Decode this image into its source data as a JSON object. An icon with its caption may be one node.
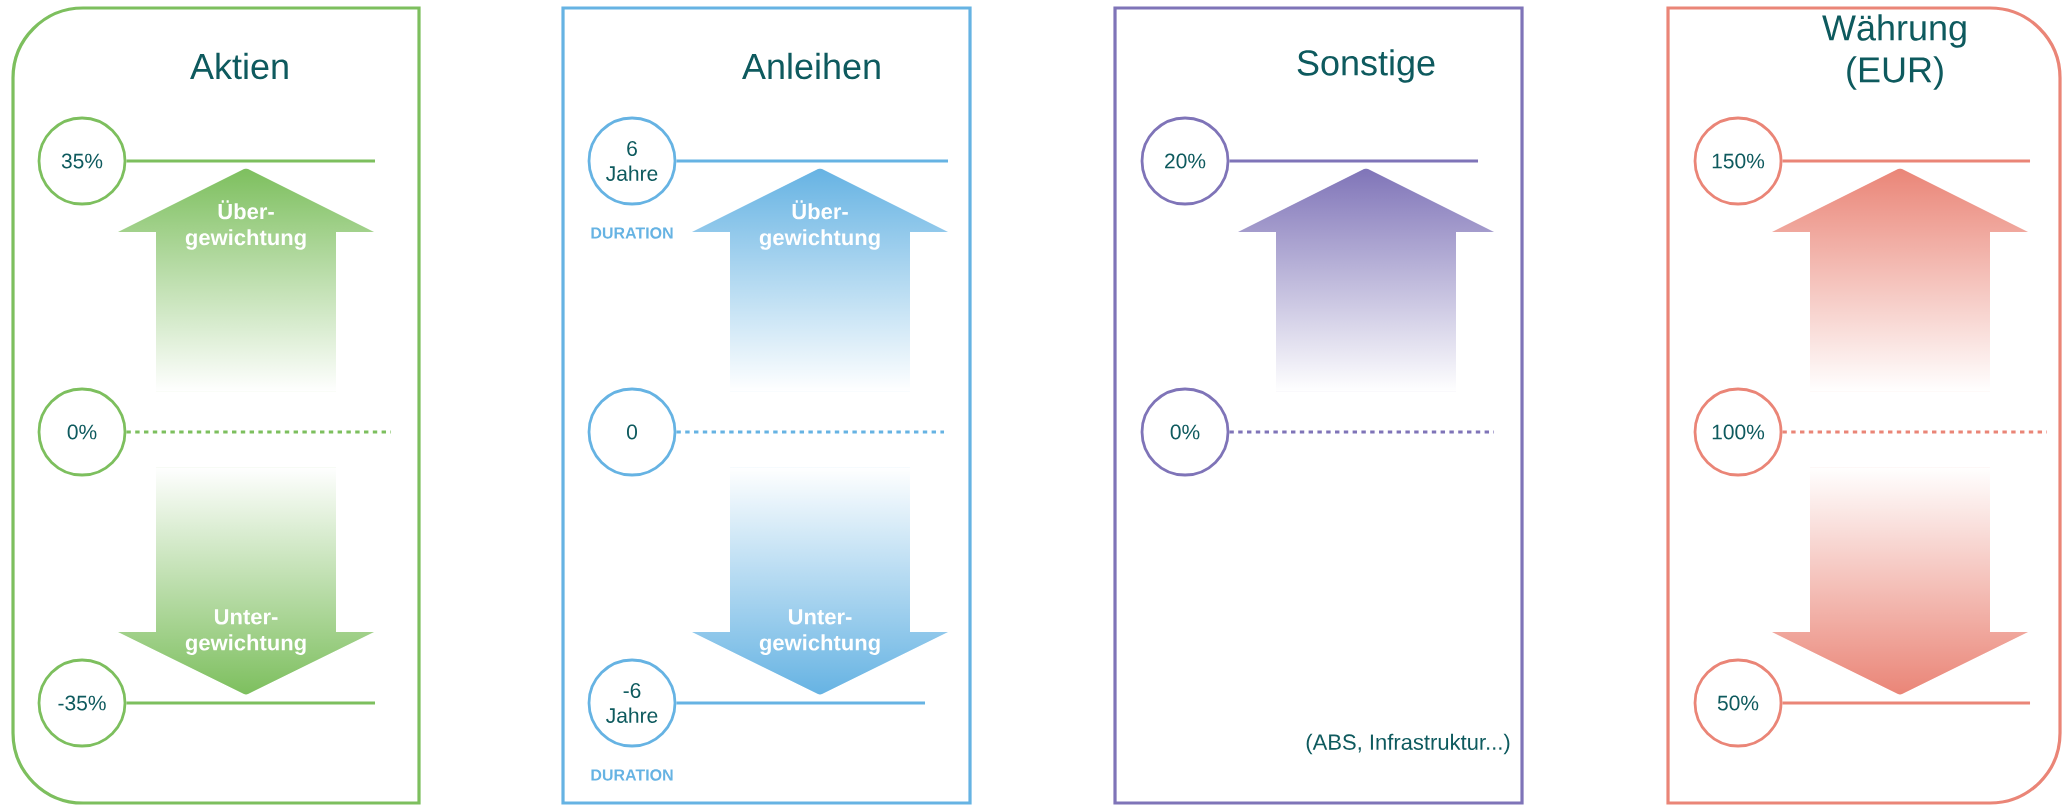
{
  "diagram": {
    "nodes": [
      {
        "text": [
          "Aktien"
        ]
      },
      {
        "text": [
          "35%"
        ],
        "in": 0
      },
      {
        "text": [
          "Über- gewichtung"
        ],
        "in": 0
      },
      {
        "text": [
          "0%"
        ],
        "in": 0
      },
      {
        "text": [
          "Unter- gewichtung"
        ],
        "in": 0
      },
      {
        "text": [
          "-35%"
        ],
        "in": 0
      },
      {
        "text": [
          "Anleihen"
        ]
      },
      {
        "text": [
          "6 Jahre"
        ],
        "in": 6,
        "beside": [
          "DURATION"
        ]
      },
      {
        "text": [
          "Über- gewichtung"
        ],
        "in": 6
      },
      {
        "text": [
          "0"
        ],
        "in": 6
      },
      {
        "text": [
          "Unter- gewichtung"
        ],
        "in": 6
      },
      {
        "text": [
          "-6 Jahre"
        ],
        "in": 6,
        "beside": [
          "DURATION"
        ]
      },
      {
        "text": [
          "Sonstige",
          "(ABS, Infrastruktur...)"
        ]
      },
      {
        "text": [
          "20%"
        ],
        "in": 12
      },
      {
        "text": [],
        "shape": "arrow",
        "in": 12
      },
      {
        "text": [
          "0%"
        ],
        "in": 12
      },
      {
        "text": [
          "Währung (EUR)"
        ]
      },
      {
        "text": [
          "150%"
        ],
        "in": 16
      },
      {
        "text": [],
        "shape": "arrow",
        "in": 16
      },
      {
        "text": [
          "100%"
        ],
        "in": 16
      },
      {
        "text": [],
        "shape": "arrow",
        "in": 16
      },
      {
        "text": [
          "50%"
        ],
        "in": 16
      }
    ],
    "edges": [
      {
        "from": 1,
        "to": null,
        "arrow": "none",
        "color": "#7dbf5e"
      },
      {
        "from": 3,
        "to": null,
        "arrow": "none",
        "style": "dashed",
        "color": "#7dbf5e"
      },
      {
        "from": 5,
        "to": null,
        "arrow": "none",
        "color": "#7dbf5e"
      },
      {
        "from": 7,
        "to": null,
        "arrow": "none",
        "color": "#66b3e3"
      },
      {
        "from": 9,
        "to": null,
        "arrow": "none",
        "style": "dashed",
        "color": "#66b3e3"
      },
      {
        "from": 11,
        "to": null,
        "arrow": "none",
        "color": "#66b3e3"
      },
      {
        "from": 13,
        "to": null,
        "arrow": "none",
        "color": "#7f74b8"
      },
      {
        "from": 15,
        "to": null,
        "arrow": "none",
        "style": "dashed",
        "color": "#7f74b8"
      },
      {
        "from": 17,
        "to": null,
        "arrow": "none",
        "color": "#ea8577"
      },
      {
        "from": 19,
        "to": null,
        "arrow": "none",
        "style": "dashed",
        "color": "#ea8577"
      },
      {
        "from": 21,
        "to": null,
        "arrow": "none",
        "color": "#ea8577"
      }
    ]
  }
}
